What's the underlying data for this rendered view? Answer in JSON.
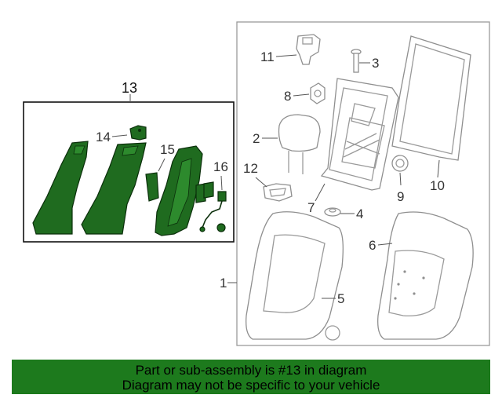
{
  "callouts": {
    "c1": "1",
    "c2": "2",
    "c3": "3",
    "c4": "4",
    "c5": "5",
    "c6": "6",
    "c7": "7",
    "c8": "8",
    "c9": "9",
    "c10": "10",
    "c11": "11",
    "c12": "12",
    "c13": "13",
    "c14": "14",
    "c15": "15",
    "c16": "16"
  },
  "banner": {
    "line1": "Part or sub-assembly is #13 in diagram",
    "line2": "Diagram may not be specific to your vehicle",
    "color": "#1d7a1d"
  },
  "colors": {
    "highlight": "#1f6b1f",
    "parts": "#8f8f8f"
  }
}
